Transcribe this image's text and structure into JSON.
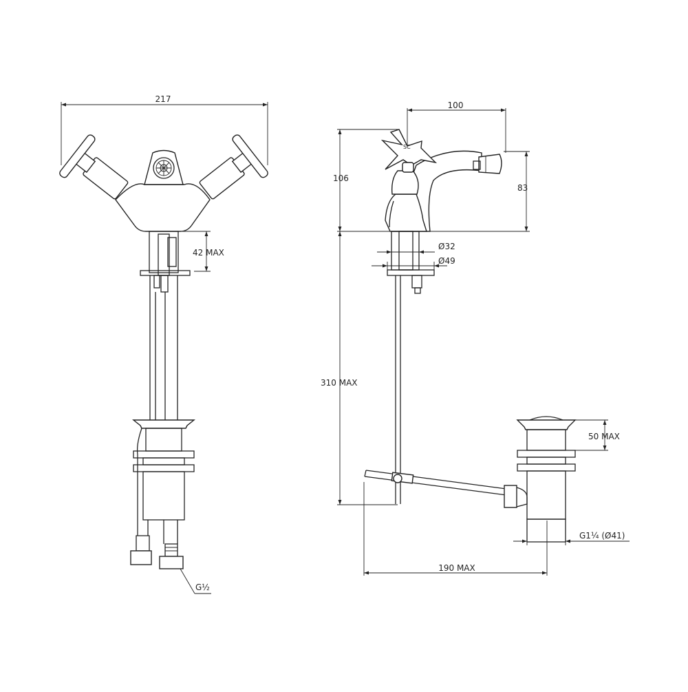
{
  "dimensions": {
    "front_width": "217",
    "front_42max": "42 MAX",
    "front_g12": "G½",
    "side_100": "100",
    "side_106": "106",
    "side_83": "83",
    "side_d32": "Ø32",
    "side_d49": "Ø49",
    "side_310max": "310 MAX",
    "side_50max": "50 MAX",
    "side_190max": "190 MAX",
    "side_g114": "G1¼ (Ø41)"
  },
  "colors": {
    "line": "#222222",
    "background": "#ffffff"
  }
}
